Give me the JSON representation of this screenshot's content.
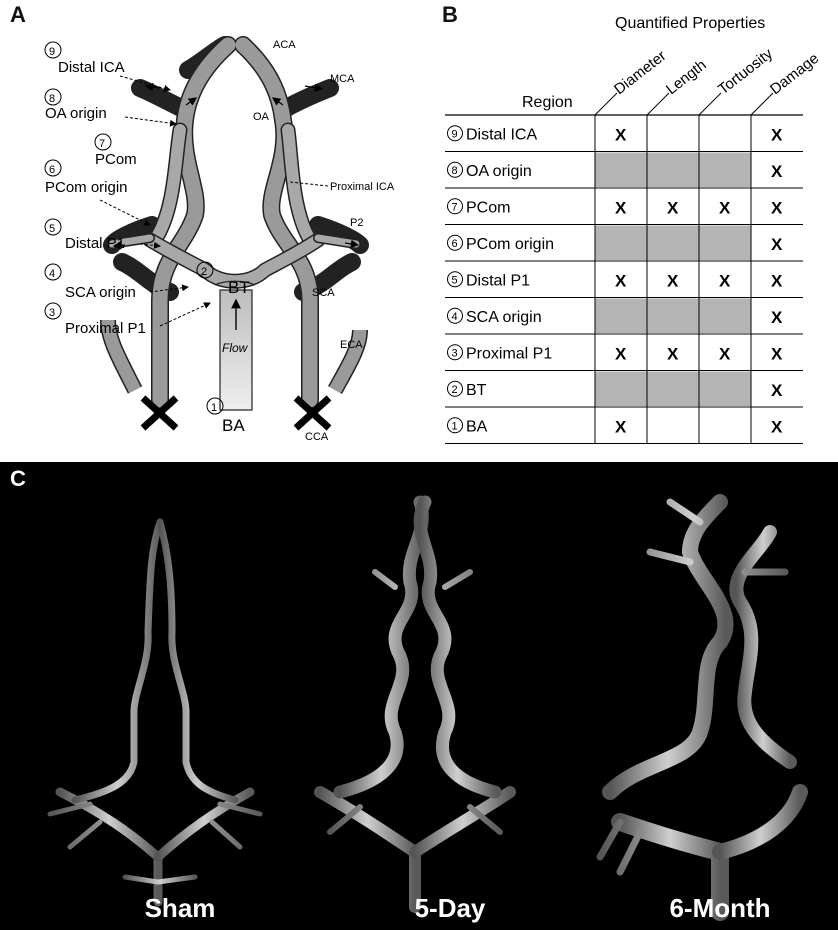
{
  "panelA": {
    "letter": "A",
    "flow_label": "Flow",
    "left_labels": [
      {
        "num": "9",
        "text": "Distal ICA"
      },
      {
        "num": "8",
        "text": "OA origin"
      },
      {
        "num": "7",
        "text": "PCom"
      },
      {
        "num": "6",
        "text": "PCom origin"
      },
      {
        "num": "5",
        "text": "Distal P1"
      },
      {
        "num": "4",
        "text": "SCA origin"
      },
      {
        "num": "3",
        "text": "Proximal P1"
      },
      {
        "num": "2",
        "text": "BT"
      },
      {
        "num": "1",
        "text": "BA"
      }
    ],
    "right_labels": {
      "aca": "ACA",
      "mca": "MCA",
      "oa": "OA",
      "prox_ica": "Proximal ICA",
      "p2": "P2",
      "sca": "SCA",
      "eca": "ECA",
      "cca": "CCA"
    }
  },
  "panelB": {
    "letter": "B",
    "title": "Quantified Properties",
    "region_header": "Region",
    "columns": [
      "Diameter",
      "Length",
      "Tortuosity",
      "Damage"
    ],
    "rows": [
      {
        "num": "9",
        "region": "Distal ICA",
        "cells": [
          "X",
          "",
          "",
          "X"
        ],
        "shaded": false
      },
      {
        "num": "8",
        "region": "OA origin",
        "cells": [
          "",
          "",
          "",
          "X"
        ],
        "shaded": true
      },
      {
        "num": "7",
        "region": "PCom",
        "cells": [
          "X",
          "X",
          "X",
          "X"
        ],
        "shaded": false
      },
      {
        "num": "6",
        "region": "PCom origin",
        "cells": [
          "",
          "",
          "",
          "X"
        ],
        "shaded": true
      },
      {
        "num": "5",
        "region": "Distal P1",
        "cells": [
          "X",
          "X",
          "X",
          "X"
        ],
        "shaded": false
      },
      {
        "num": "4",
        "region": "SCA origin",
        "cells": [
          "",
          "",
          "",
          "X"
        ],
        "shaded": true
      },
      {
        "num": "3",
        "region": "Proximal P1",
        "cells": [
          "X",
          "X",
          "X",
          "X"
        ],
        "shaded": false
      },
      {
        "num": "2",
        "region": "BT",
        "cells": [
          "",
          "",
          "",
          "X"
        ],
        "shaded": true
      },
      {
        "num": "1",
        "region": "BA",
        "cells": [
          "X",
          "",
          "",
          "X"
        ],
        "shaded": false
      }
    ],
    "shade_color": "#b4b4b4"
  },
  "panelC": {
    "letter": "C",
    "captions": [
      "Sham",
      "5-Day",
      "6-Month"
    ]
  }
}
